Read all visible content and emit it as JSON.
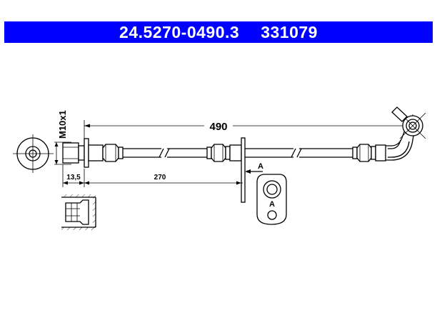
{
  "header": {
    "part_number": "24.5270-0490.3",
    "ref_number": "331079",
    "background_color": "#0000ff",
    "text_color": "#ffffff"
  },
  "dimensions": {
    "total_length": "490",
    "bracket_position": "270",
    "fitting_length": "13,5",
    "thread": "M10x1"
  },
  "callouts": {
    "section_marker": "A",
    "detail_label": "A"
  }
}
